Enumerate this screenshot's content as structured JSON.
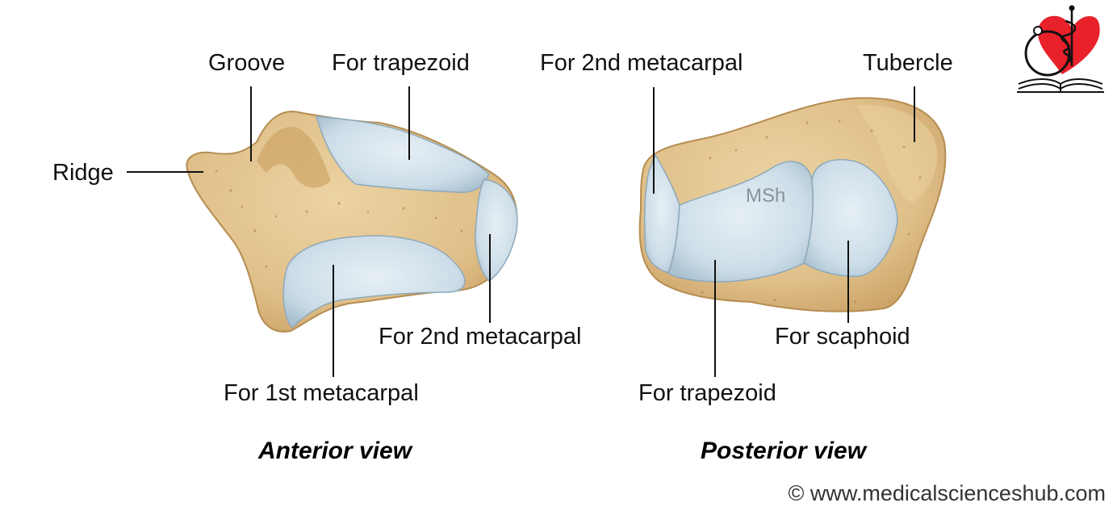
{
  "colors": {
    "bone": "#e2c48f",
    "bone_dark": "#c89f5f",
    "bone_outline": "#b58d52",
    "cartilage": "#d3e2ec",
    "cartilage_edge": "#8ea9bb",
    "heart": "#e8212a",
    "leader": "#111111"
  },
  "anterior_view": {
    "caption": "Anterior view",
    "labels": {
      "groove": "Groove",
      "for_trapezoid": "For trapezoid",
      "ridge": "Ridge",
      "for_2nd_metacarpal": "For 2nd metacarpal",
      "for_1st_metacarpal": "For 1st metacarpal"
    }
  },
  "posterior_view": {
    "caption": "Posterior view",
    "labels": {
      "for_2nd_metacarpal": "For 2nd metacarpal",
      "tubercle": "Tubercle",
      "for_scaphoid": "For scaphoid",
      "for_trapezoid": "For trapezoid"
    },
    "watermark": "MSh"
  },
  "logo": {
    "icons": [
      "heart-icon",
      "stethoscope-icon",
      "caduceus-icon",
      "open-book-icon"
    ]
  },
  "copyright": "© www.medicalscienceshub.com"
}
